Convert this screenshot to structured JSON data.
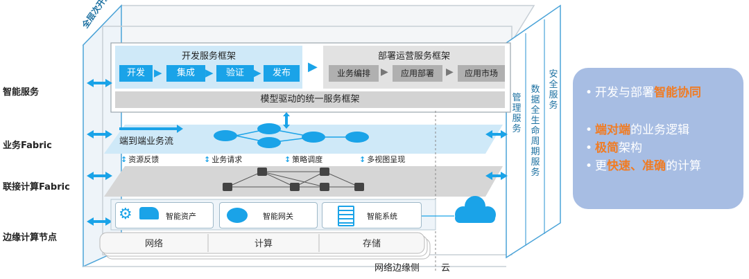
{
  "side_labels": {
    "smart_service": "智能服务",
    "biz_fabric": "业务Fabric",
    "compute_fabric": "联接计算Fabric",
    "edge_node": "边缘计算节点"
  },
  "top_slant": "全层次开放",
  "dev_framework": {
    "title": "开发服务框架",
    "steps": [
      "开发",
      "集成",
      "验证",
      "发布"
    ]
  },
  "ops_framework": {
    "title": "部署运营服务框架",
    "steps": [
      "业务编排",
      "应用部署",
      "应用市场"
    ]
  },
  "model_bar": "模型驱动的统一服务框架",
  "e2e_flow": "端到端业务流",
  "requests": [
    "资源反馈",
    "业务请求",
    "策略调度",
    "多视图呈现"
  ],
  "edge_chips": [
    "智能资产",
    "智能网关",
    "智能系统"
  ],
  "foundation": [
    "网络",
    "计算",
    "存储"
  ],
  "bottom_labels": {
    "edge_side": "网络边缘侧",
    "cloud": "云"
  },
  "vertical_pillars": [
    "管理服务",
    "数据全生命周期服务",
    "安全服务"
  ],
  "bullets": [
    {
      "pre": "开发与部署",
      "hl": "智能协同",
      "post": ""
    },
    {
      "pre": "",
      "hl": "端对端",
      "post": "的业务逻辑"
    },
    {
      "pre": "",
      "hl": "极简",
      "post": "架构"
    },
    {
      "pre": "更",
      "hl": "快速、准确",
      "post": "的计算"
    }
  ],
  "colors": {
    "accent": "#1aa3e8",
    "highlight": "#f07c24",
    "panel": "#a7bde3",
    "gray": "#b0b0b0"
  }
}
